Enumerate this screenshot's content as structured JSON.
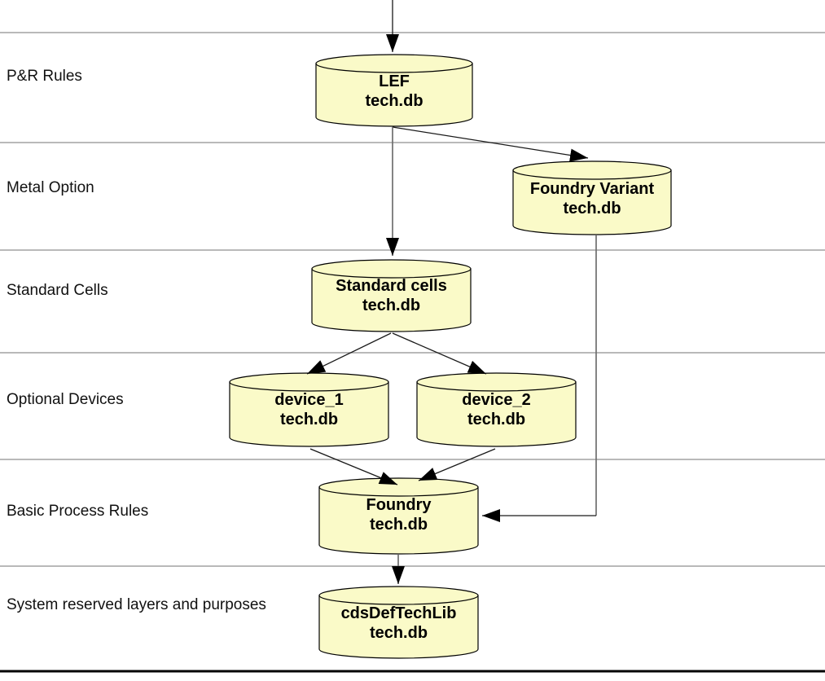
{
  "diagram": {
    "description": "tech.db technology database hierarchy",
    "colors": {
      "background": "#ffffff",
      "cylinder_fill": "#FAFAC8",
      "cylinder_stroke": "#000000",
      "divider": "#8f8f8f",
      "connector": "#1a1a1a",
      "connector_vertical": "#6e6e6e",
      "bottom_rule": "#000000",
      "text": "#111111"
    },
    "rows": [
      {
        "label": "P&R Rules"
      },
      {
        "label": "Metal Option"
      },
      {
        "label": "Standard Cells"
      },
      {
        "label": "Optional Devices"
      },
      {
        "label": "Basic Process Rules"
      },
      {
        "label": "System reserved layers and purposes"
      }
    ],
    "nodes": {
      "lef": {
        "title": "LEF",
        "subtitle": "tech.db"
      },
      "foundry_variant": {
        "title": "Foundry Variant",
        "subtitle": "tech.db"
      },
      "standard_cells": {
        "title": "Standard cells",
        "subtitle": "tech.db"
      },
      "device_1": {
        "title": "device_1",
        "subtitle": "tech.db"
      },
      "device_2": {
        "title": "device_2",
        "subtitle": "tech.db"
      },
      "foundry": {
        "title": "Foundry",
        "subtitle": "tech.db"
      },
      "cds_def_tech_lib": {
        "title": "cdsDefTechLib",
        "subtitle": "tech.db"
      }
    }
  }
}
